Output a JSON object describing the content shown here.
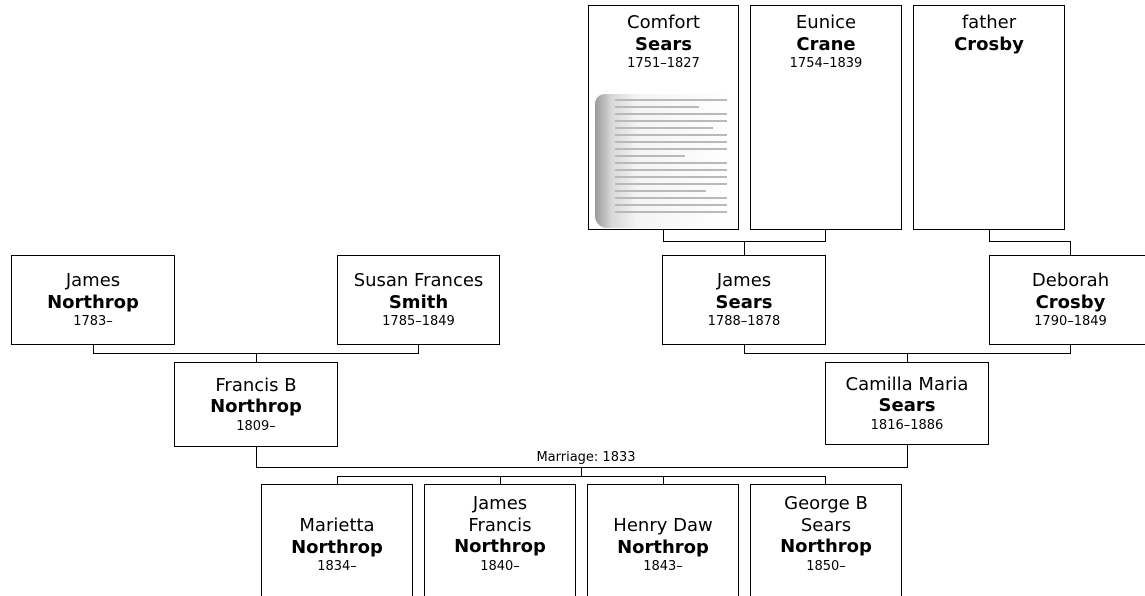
{
  "people": {
    "comfort_sears": {
      "given": "Comfort",
      "surname": "Sears",
      "dates": "1751–1827"
    },
    "eunice_crane": {
      "given": "Eunice",
      "surname": "Crane",
      "dates": "1754–1839"
    },
    "father_crosby": {
      "given": "father",
      "surname": "Crosby",
      "dates": ""
    },
    "james_northrop": {
      "given": "James",
      "surname": "Northrop",
      "dates": "1783–"
    },
    "susan_smith": {
      "given": "Susan Frances",
      "surname": "Smith",
      "dates": "1785–1849"
    },
    "james_sears": {
      "given": "James",
      "surname": "Sears",
      "dates": "1788–1878"
    },
    "deborah_crosby": {
      "given": "Deborah",
      "surname": "Crosby",
      "dates": "1790–1849"
    },
    "francis_northrop": {
      "given": "Francis B",
      "surname": "Northrop",
      "dates": "1809–"
    },
    "camilla_sears": {
      "given": "Camilla Maria",
      "surname": "Sears",
      "dates": "1816–1886"
    },
    "marietta_northrop": {
      "given": "Marietta",
      "surname": "Northrop",
      "dates": "1834–"
    },
    "james_francis_northrop": {
      "given": "James Francis",
      "surname": "Northrop",
      "dates": "1840–"
    },
    "henry_northrop": {
      "given": "Henry Daw",
      "surname": "Northrop",
      "dates": "1843–"
    },
    "george_northrop": {
      "given": "George B Sears",
      "surname": "Northrop",
      "dates": "1850–"
    }
  },
  "marriage": {
    "label": "Marriage: 1833"
  }
}
